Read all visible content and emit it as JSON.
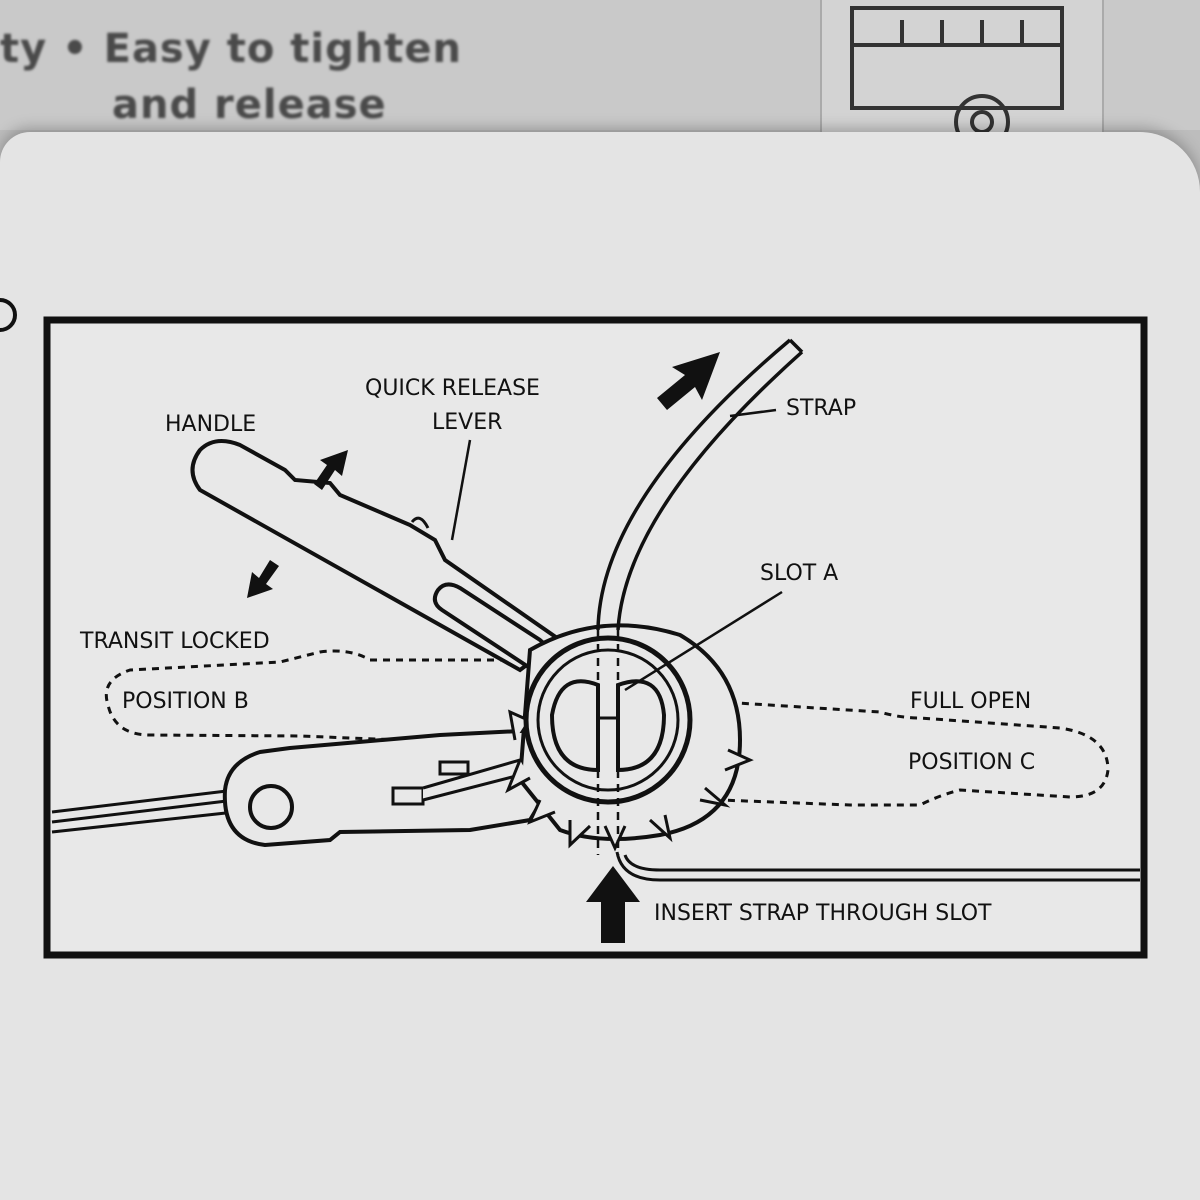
{
  "background": {
    "line1": "ty • Easy to tighten",
    "line2": "and release"
  },
  "diagram": {
    "labels": {
      "handle": "HANDLE",
      "quick_release_1": "QUICK RELEASE",
      "quick_release_2": "LEVER",
      "strap": "STRAP",
      "slot_a": "SLOT A",
      "transit_locked": "TRANSIT LOCKED",
      "position_b": "POSITION B",
      "full_open": "FULL OPEN",
      "position_c": "POSITION C",
      "insert_strap": "INSERT STRAP THROUGH SLOT"
    }
  },
  "colors": {
    "ink": "#111111",
    "paper": "#e4e4e4",
    "backdrop": "#c9c9c9"
  },
  "icons": [
    "arrow-icon",
    "truck-icon"
  ]
}
